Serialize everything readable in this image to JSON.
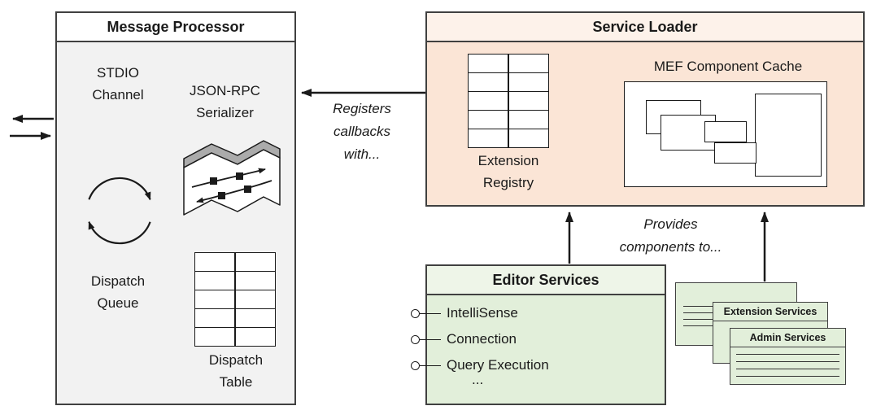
{
  "colors": {
    "gray_box": "#f2f2f2",
    "peach_box": "#fbe5d6",
    "green_box": "#e2efda",
    "border": "#404040",
    "line": "#1a1a1a"
  },
  "message_processor": {
    "title": "Message Processor",
    "stdio_label": "STDIO\nChannel",
    "serializer_label": "JSON-RPC\nSerializer",
    "dispatch_queue_label": "Dispatch\nQueue",
    "dispatch_table_label": "Dispatch\nTable"
  },
  "service_loader": {
    "title": "Service Loader",
    "extension_registry_label": "Extension\nRegistry",
    "mef_cache_label": "MEF Component Cache"
  },
  "editor_services": {
    "title": "Editor Services",
    "items": [
      "IntelliSense",
      "Connection",
      "Query Execution"
    ],
    "ellipsis": "..."
  },
  "stacked_services": {
    "cards": [
      "Extension Services",
      "Admin Services"
    ]
  },
  "annotations": {
    "registers": "Registers\ncallbacks\nwith...",
    "provides": "Provides\ncomponents to..."
  }
}
